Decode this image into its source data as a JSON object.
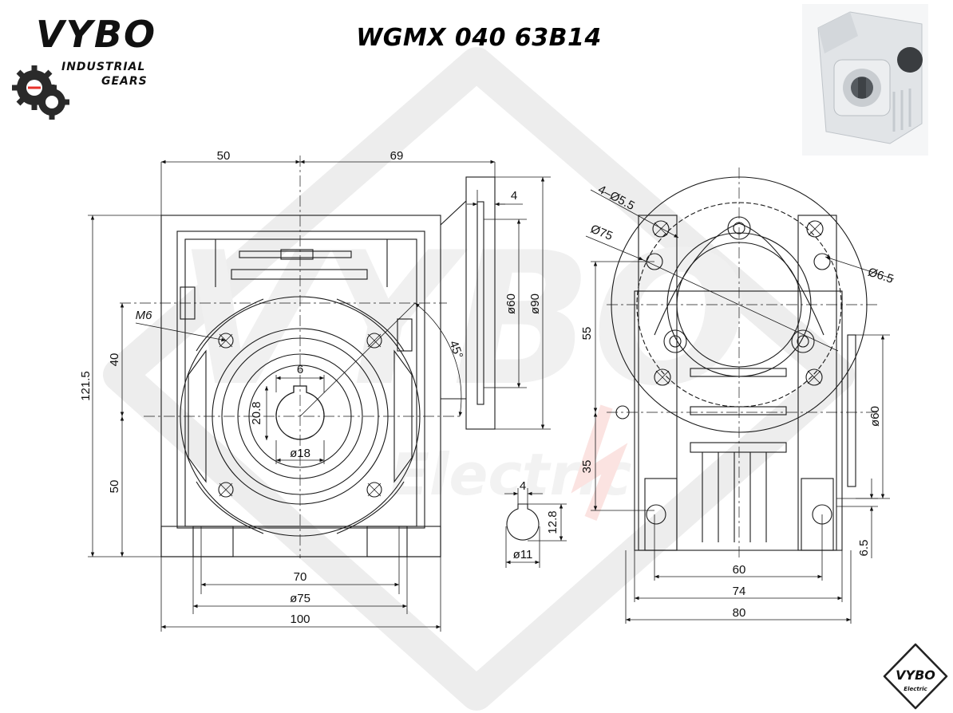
{
  "header": {
    "title": "WGMX 040 63B14",
    "brand_letters": "VYBO",
    "brand_line1": "INDUSTRIAL",
    "brand_line2": "GEARS"
  },
  "footer_badge": {
    "brand": "VYBO",
    "sub": "Electric"
  },
  "watermark": {
    "brand": "VYBO",
    "sub": "Electric"
  },
  "front_view": {
    "dims": {
      "top_left": "50",
      "top_right": "69",
      "overall_height": "121.5",
      "upper_height": "40",
      "lower_height": "50",
      "thread": "M6",
      "keyway_width": "6",
      "bore_height": "20.8",
      "bore_diameter": "ø18",
      "angle": "45°",
      "bolt_spacing": "70",
      "pitch_circle": "ø75",
      "overall_width": "100"
    }
  },
  "flange_side": {
    "dims": {
      "thickness": "4",
      "pilot": "ø60",
      "outer": "ø90"
    }
  },
  "shaft_detail": {
    "dims": {
      "key": "4",
      "height": "12.8",
      "diameter": "ø11"
    }
  },
  "side_view": {
    "dims": {
      "holes": "4–Ø5.5",
      "pcd": "Ø75",
      "hole_dia": "Ø6.5",
      "upper": "55",
      "lower": "35",
      "pilot": "ø60",
      "foot_gap": "6.5",
      "inner_width": "60",
      "mid_width": "74",
      "outer_width": "80"
    }
  },
  "colors": {
    "line": "#1a1a1a",
    "watermark": "#ececec",
    "accent_red": "#e8312a"
  }
}
